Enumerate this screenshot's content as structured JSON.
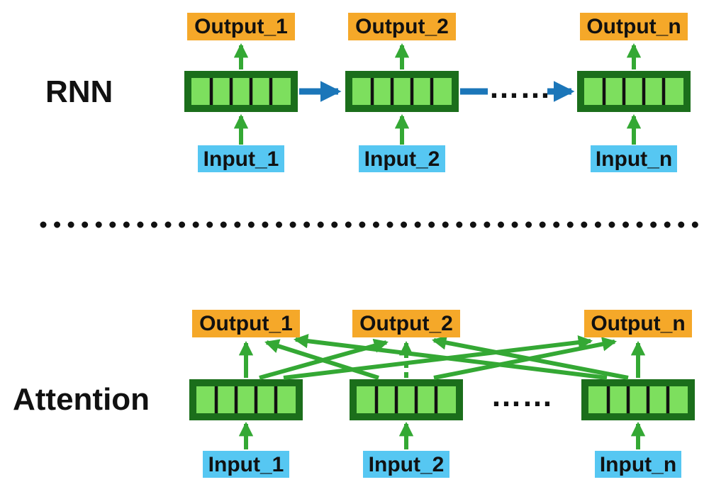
{
  "diagram": {
    "rnn": {
      "label": "RNN",
      "ellipsis": "……",
      "columns": [
        {
          "output": "Output_1",
          "input": "Input_1"
        },
        {
          "output": "Output_2",
          "input": "Input_2"
        },
        {
          "output": "Output_n",
          "input": "Input_n"
        }
      ]
    },
    "attention": {
      "label": "Attention",
      "ellipsis": "……",
      "columns": [
        {
          "output": "Output_1",
          "input": "Input_1"
        },
        {
          "output": "Output_2",
          "input": "Input_2"
        },
        {
          "output": "Output_n",
          "input": "Input_n"
        }
      ]
    },
    "colors": {
      "cell_border_green": "#1b6e1b",
      "cell_fill_green": "#7ddf5e",
      "arrow_green": "#34a834",
      "recurrence_arrow_blue": "#1b76b9",
      "output_box_orange": "#f5a829",
      "input_box_blue": "#56c7f2",
      "text_black": "#111111"
    }
  }
}
